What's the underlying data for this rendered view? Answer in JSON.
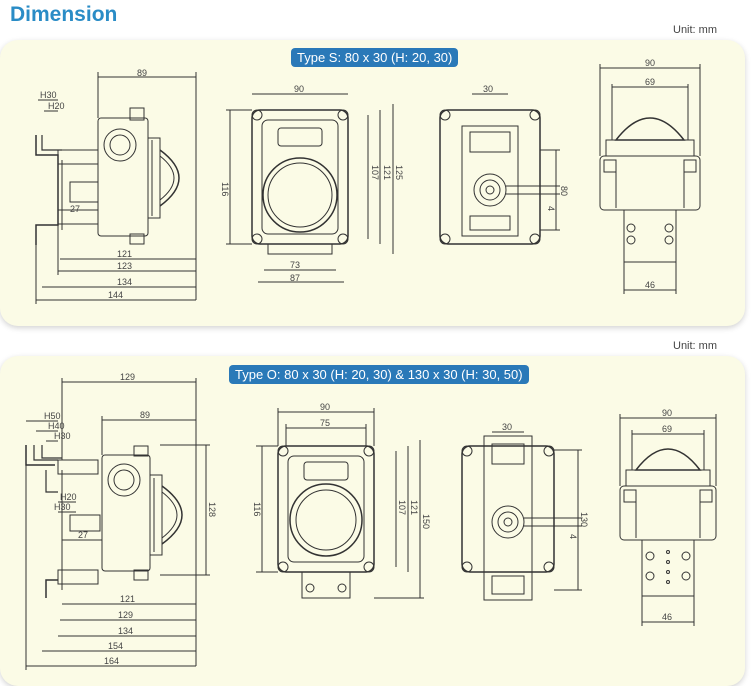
{
  "header": {
    "title": "Dimension"
  },
  "units": {
    "top": "Unit: mm",
    "bottom": "Unit: mm"
  },
  "panel_s": {
    "badge": "Type S: 80 x 30 (H: 20, 30)",
    "side": {
      "d89": "89",
      "h30": "H30",
      "h20": "H20",
      "d27": "27",
      "d121": "121",
      "d123": "123",
      "d134": "134",
      "d144": "144"
    },
    "front": {
      "d90": "90",
      "d116": "116",
      "d107": "107",
      "d121": "121",
      "d125": "125",
      "d73": "73",
      "d87": "87"
    },
    "back": {
      "d30": "30",
      "d80": "80",
      "d4": "4"
    },
    "view": {
      "d90": "90",
      "d69": "69",
      "d46": "46"
    }
  },
  "panel_o": {
    "badge": "Type O: 80 x 30 (H: 20, 30) & 130 x 30 (H: 30, 50)",
    "side": {
      "d129": "129",
      "d89": "89",
      "h50": "H50",
      "h40": "H40",
      "h30": "H30",
      "h20": "H20",
      "h30b": "H30",
      "d27": "27",
      "d128": "128",
      "d121": "121",
      "d129b": "129",
      "d134": "134",
      "d154": "154",
      "d164": "164"
    },
    "front": {
      "d90": "90",
      "d75": "75",
      "d116": "116",
      "d107": "107",
      "d121": "121",
      "d150": "150"
    },
    "back": {
      "d30": "30",
      "d130": "130",
      "d4": "4"
    },
    "view": {
      "d90": "90",
      "d69": "69",
      "d46": "46"
    }
  }
}
